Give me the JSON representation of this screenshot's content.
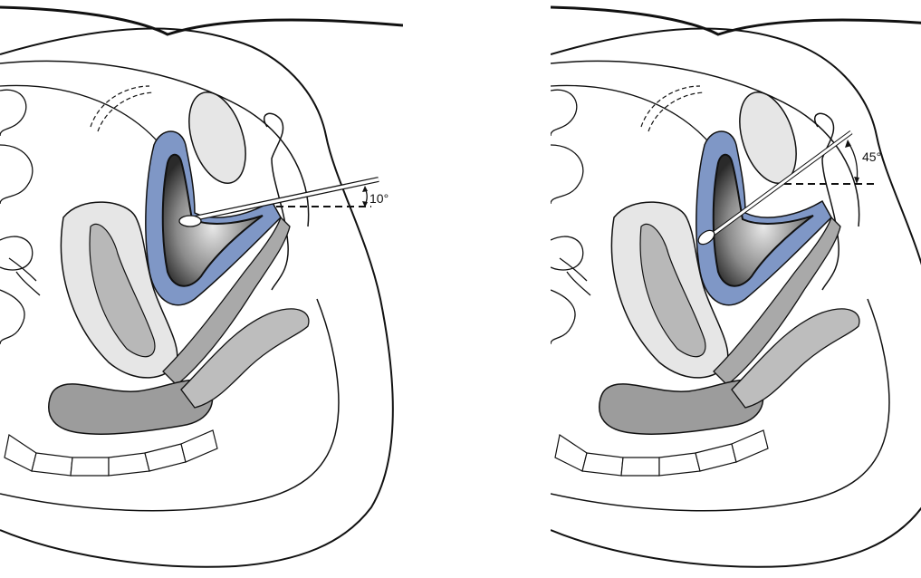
{
  "figures": [
    {
      "id": "left",
      "angle_label": "10°",
      "angle_deg": 10
    },
    {
      "id": "right",
      "angle_label": "45°",
      "angle_deg": 45
    }
  ],
  "colors": {
    "uterine_wall": "#7f97c6",
    "cavity_dark": "#3a3a3a",
    "tissue_gray": "#a9a9a9",
    "bowel_gray": "#9c9c9c",
    "outline": "#111111",
    "light_fill": "#e6e6e6"
  }
}
